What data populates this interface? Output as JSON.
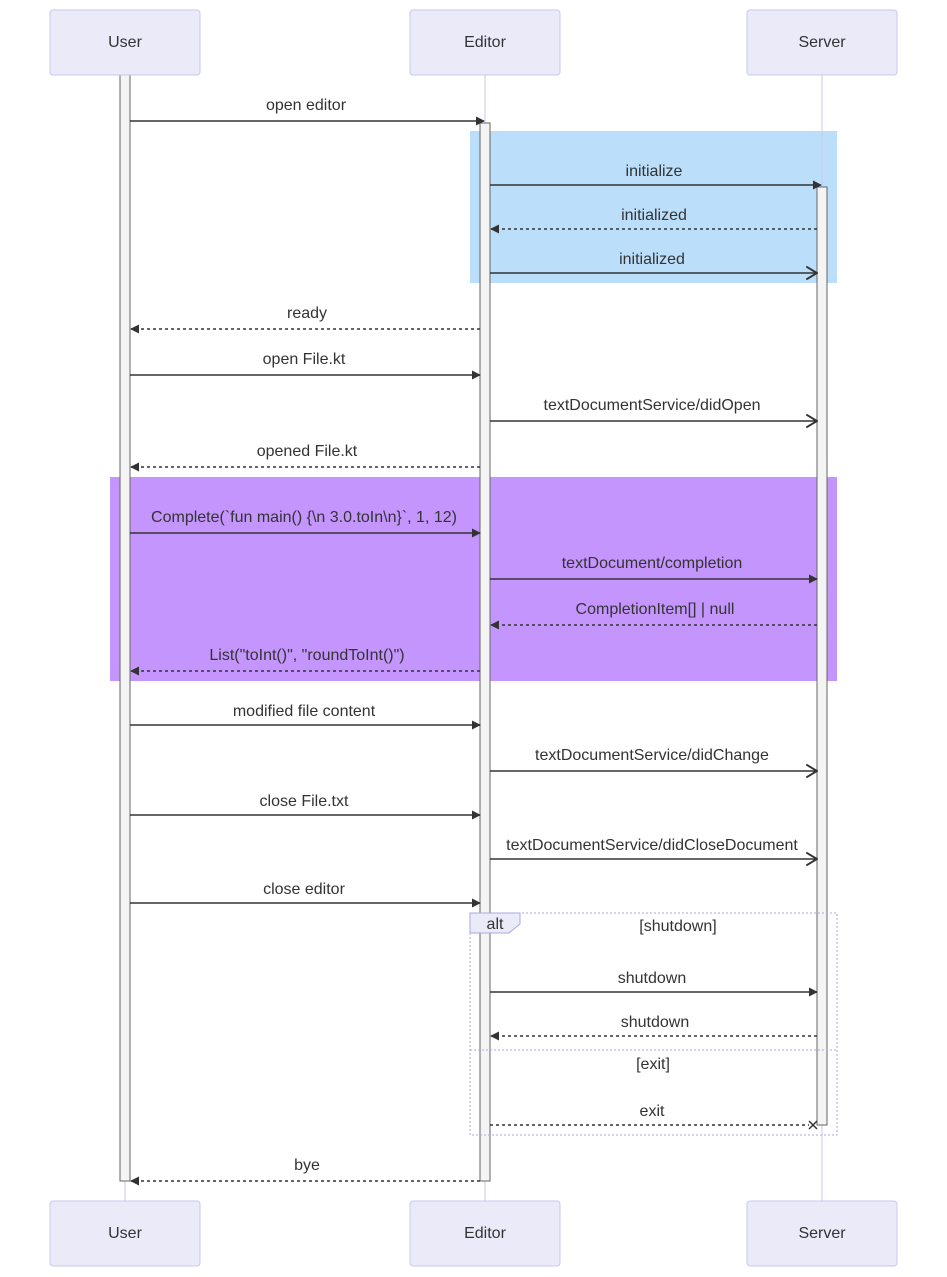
{
  "actors": [
    {
      "id": "user",
      "label": "User"
    },
    {
      "id": "editor",
      "label": "Editor"
    },
    {
      "id": "server",
      "label": "Server"
    }
  ],
  "colors": {
    "actor_fill": "#eaeaf9",
    "actor_stroke": "#c8c8f0",
    "init_region": "#bbdefb",
    "completion_region": "#c495fd",
    "text": "#333333"
  },
  "messages": [
    {
      "id": "m1",
      "from": "user",
      "to": "editor",
      "text": "open editor",
      "kind": "solid",
      "head": "filled"
    },
    {
      "id": "m2",
      "from": "editor",
      "to": "server",
      "text": "initialize",
      "kind": "solid",
      "head": "filled"
    },
    {
      "id": "m3",
      "from": "server",
      "to": "editor",
      "text": "initialized",
      "kind": "dashed",
      "head": "filled"
    },
    {
      "id": "m4",
      "from": "editor",
      "to": "server",
      "text": "initialized",
      "kind": "solid",
      "head": "open"
    },
    {
      "id": "m5",
      "from": "editor",
      "to": "user",
      "text": "ready",
      "kind": "dashed",
      "head": "filled"
    },
    {
      "id": "m6",
      "from": "user",
      "to": "editor",
      "text": "open File.kt",
      "kind": "solid",
      "head": "filled"
    },
    {
      "id": "m7",
      "from": "editor",
      "to": "server",
      "text": "textDocumentService/didOpen",
      "kind": "solid",
      "head": "open"
    },
    {
      "id": "m8",
      "from": "editor",
      "to": "user",
      "text": "opened File.kt",
      "kind": "dashed",
      "head": "filled"
    },
    {
      "id": "m9",
      "from": "user",
      "to": "editor",
      "text": "Complete(`fun main() {\\n 3.0.toIn\\n}`, 1, 12)",
      "kind": "solid",
      "head": "filled"
    },
    {
      "id": "m10",
      "from": "editor",
      "to": "server",
      "text": "textDocument/completion",
      "kind": "solid",
      "head": "filled"
    },
    {
      "id": "m11",
      "from": "server",
      "to": "editor",
      "text": "CompletionItem[] | null",
      "kind": "dashed",
      "head": "filled"
    },
    {
      "id": "m12",
      "from": "editor",
      "to": "user",
      "text": "List(\"toInt()\", \"roundToInt()\")",
      "kind": "dashed",
      "head": "filled"
    },
    {
      "id": "m13",
      "from": "user",
      "to": "editor",
      "text": "modified file content",
      "kind": "solid",
      "head": "filled"
    },
    {
      "id": "m14",
      "from": "editor",
      "to": "server",
      "text": "textDocumentService/didChange",
      "kind": "solid",
      "head": "open"
    },
    {
      "id": "m15",
      "from": "user",
      "to": "editor",
      "text": "close File.txt",
      "kind": "solid",
      "head": "filled"
    },
    {
      "id": "m16",
      "from": "editor",
      "to": "server",
      "text": "textDocumentService/didCloseDocument",
      "kind": "solid",
      "head": "open"
    },
    {
      "id": "m17",
      "from": "user",
      "to": "editor",
      "text": "close editor",
      "kind": "solid",
      "head": "filled"
    },
    {
      "id": "m18",
      "from": "editor",
      "to": "server",
      "text": "shutdown",
      "kind": "solid",
      "head": "filled"
    },
    {
      "id": "m19",
      "from": "server",
      "to": "editor",
      "text": "shutdown",
      "kind": "dashed",
      "head": "filled"
    },
    {
      "id": "m20",
      "from": "editor",
      "to": "server",
      "text": "exit",
      "kind": "dashed",
      "head": "cross"
    },
    {
      "id": "m21",
      "from": "editor",
      "to": "user",
      "text": "bye",
      "kind": "dashed",
      "head": "filled"
    }
  ],
  "alt_block": {
    "tag": "alt",
    "conditions": [
      "[shutdown]",
      "[exit]"
    ]
  }
}
